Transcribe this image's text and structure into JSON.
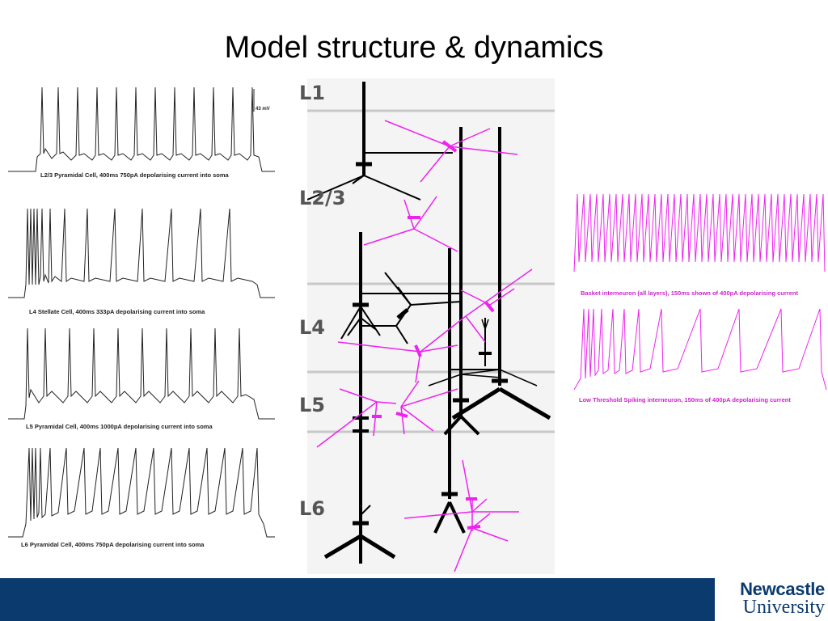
{
  "slide": {
    "title": "Model structure & dynamics"
  },
  "traces_left": [
    {
      "caption": "L2/3 Pyramidal Cell, 400ms 750pA depolarising current into soma",
      "scale": "43 mV"
    },
    {
      "caption": "L4 Stellate Cell, 400ms 333pA depolarising current into soma"
    },
    {
      "caption": "L5 Pyramidal Cell, 400ms 1000pA depolarising current into soma"
    },
    {
      "caption": "L6 Pyramidal Cell, 400ms 750pA depolarising current into soma"
    }
  ],
  "traces_right": [
    {
      "caption": "Basket interneuron (all layers), 150ms shown of 400pA depolarising current"
    },
    {
      "caption": "Low Threshold Spiking interneuron, 150ms of 400pA depolarising current"
    }
  ],
  "layers": [
    "L1",
    "L2/3",
    "L4",
    "L5",
    "L6"
  ],
  "colors": {
    "excitatory": "#000000",
    "interneuron": "#ee22ee",
    "layer_boundary": "#c8c8c8",
    "footer": "#0b3a6e"
  },
  "logo": {
    "line1": "Newcastle",
    "line2": "University"
  }
}
